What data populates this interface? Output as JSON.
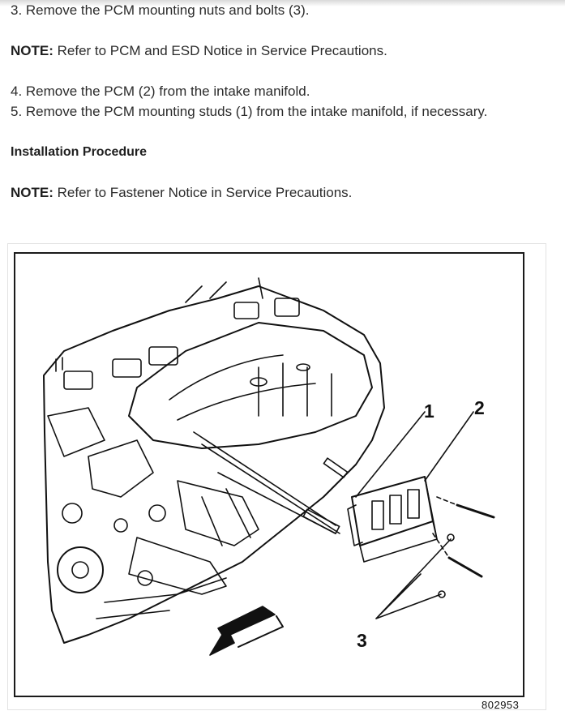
{
  "steps": {
    "step3": "3. Remove the PCM mounting nuts and bolts (3).",
    "note1_label": "NOTE:",
    "note1_text": " Refer to PCM and ESD Notice in Service Precautions.",
    "step4": "4. Remove the PCM (2) from the intake manifold.",
    "step5": "5. Remove the PCM mounting studs (1) from the intake manifold, if necessary.",
    "installation_heading": "Installation Procedure",
    "note2_label": "NOTE:",
    "note2_text": " Refer to Fastener Notice in Service Precautions."
  },
  "figure": {
    "callout_1": "1",
    "callout_2": "2",
    "callout_3": "3",
    "figure_code": "802953"
  }
}
